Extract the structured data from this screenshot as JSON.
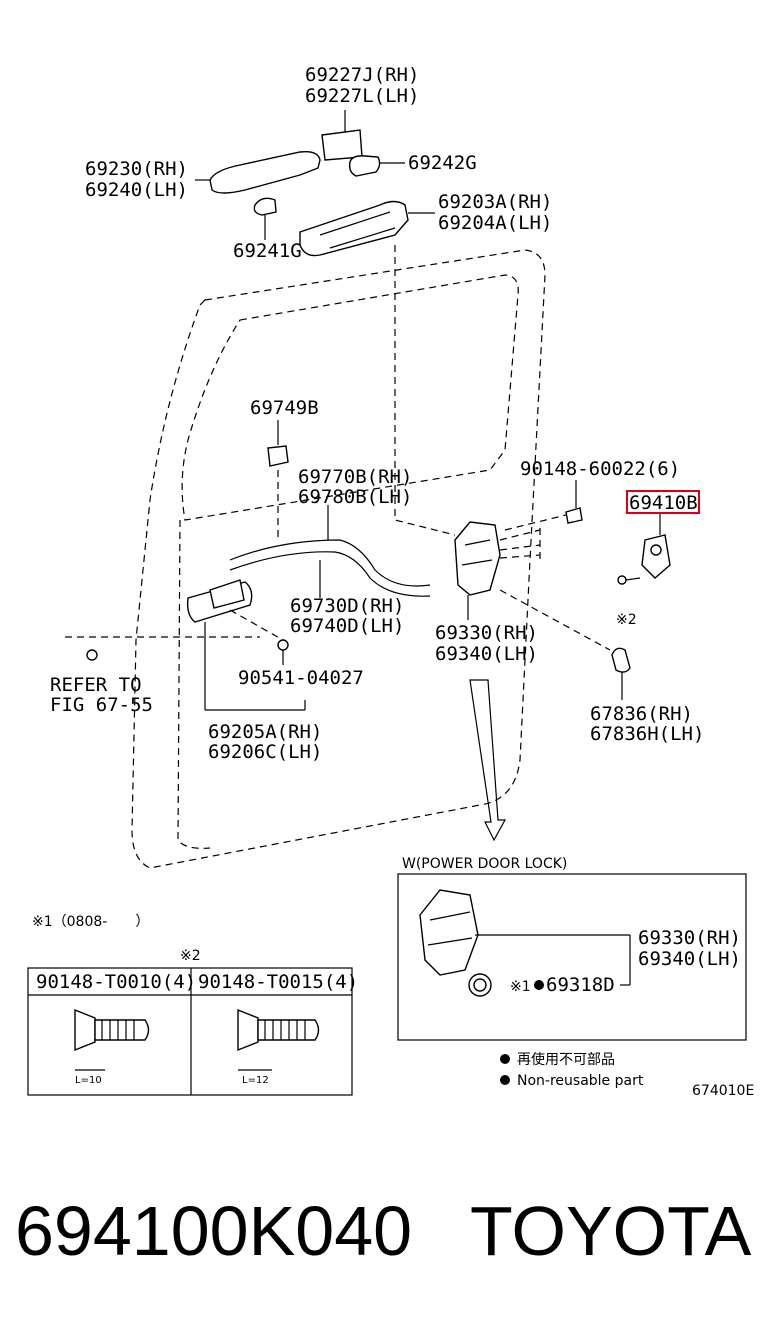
{
  "labels": {
    "p69227": [
      "69227J(RH)",
      "69227L(LH)"
    ],
    "p69230": [
      "69230(RH)",
      "69240(LH)"
    ],
    "p69242": "69242G",
    "p69203": [
      "69203A(RH)",
      "69204A(LH)"
    ],
    "p69241": "69241G",
    "p69749": "69749B",
    "p90148a": "90148-60022(6)",
    "p69410": "69410B",
    "p69770": [
      "69770B(RH)",
      "69780B(LH)"
    ],
    "p69730": [
      "69730D(RH)",
      "69740D(LH)"
    ],
    "p69330": [
      "69330(RH)",
      "69340(LH)"
    ],
    "note2": "※2",
    "refer": [
      "REFER TO",
      "FIG 67-55"
    ],
    "p90541": "90541-04027",
    "p67836": [
      "67836(RH)",
      "67836H(LH)"
    ],
    "p69205": [
      "69205A(RH)",
      "69206C(LH)"
    ]
  },
  "note1": "※1（0808-　　）",
  "screw_table": {
    "heading": "※2",
    "columns": [
      "90148-T0010(4)",
      "90148-T0015(4)"
    ],
    "lengths": [
      "L=10",
      "L=12"
    ]
  },
  "power_lock": {
    "title": "W(POWER DOOR LOCK)",
    "labels": [
      "69330(RH)",
      "69340(LH)"
    ],
    "note_mark": "※1",
    "part": "69318D"
  },
  "legend": {
    "jp": "再使用不可部品",
    "en": "Non-reusable part"
  },
  "figure_code": "674010E",
  "footer": {
    "part_number": "694100K040",
    "brand": "TOYOTA"
  },
  "highlight_color": "#d9001b"
}
